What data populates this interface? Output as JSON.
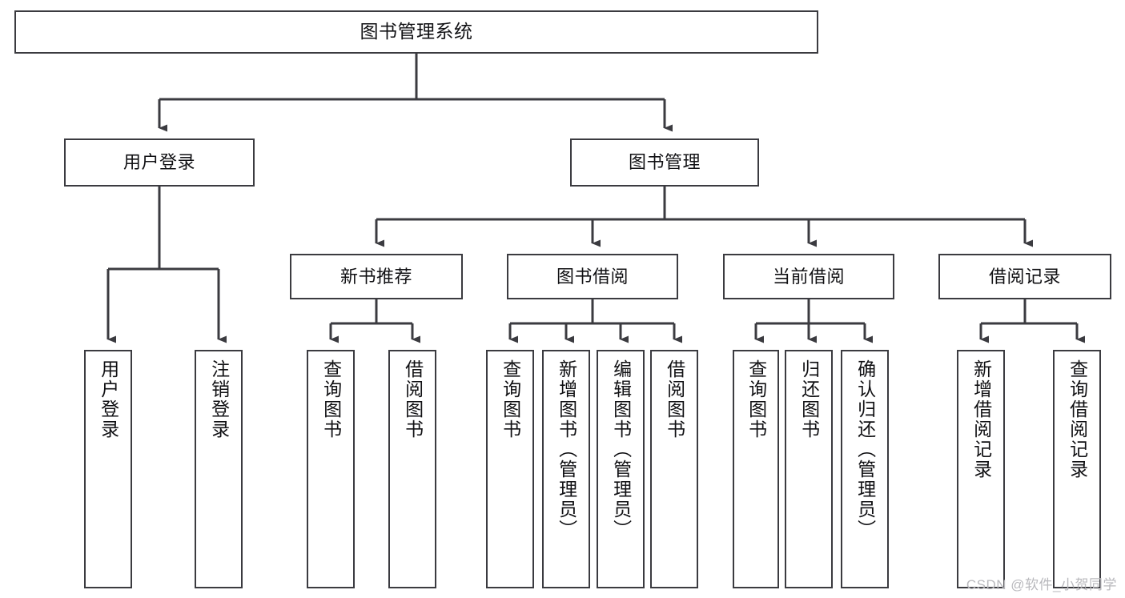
{
  "diagram": {
    "title": "图书管理系统",
    "type": "function-structure-tree",
    "stroke_color": "#3b3b40",
    "background_color": "#ffffff",
    "text_color": "#111114"
  },
  "nodes": {
    "root": {
      "label": "图书管理系统"
    },
    "level2": [
      {
        "label": "用户登录"
      },
      {
        "label": "图书管理"
      }
    ],
    "level3": [
      {
        "label": "新书推荐"
      },
      {
        "label": "图书借阅"
      },
      {
        "label": "当前借阅"
      },
      {
        "label": "借阅记录"
      }
    ],
    "leaves": {
      "user_login": [
        {
          "label": "用户登录"
        },
        {
          "label": "注销登录"
        }
      ],
      "new_book_recommend": [
        {
          "label": "查询图书"
        },
        {
          "label": "借阅图书"
        }
      ],
      "book_borrow": [
        {
          "label": "查询图书"
        },
        {
          "label": "新增图书（管理员）"
        },
        {
          "label": "编辑图书（管理员）"
        },
        {
          "label": "借阅图书"
        }
      ],
      "current_borrow": [
        {
          "label": "查询图书"
        },
        {
          "label": "归还图书"
        },
        {
          "label": "确认归还（管理员）"
        }
      ],
      "borrow_record": [
        {
          "label": "新增借阅记录"
        },
        {
          "label": "查询借阅记录"
        }
      ]
    }
  },
  "watermark": {
    "text": "CSDN @软件_小贺同学"
  }
}
